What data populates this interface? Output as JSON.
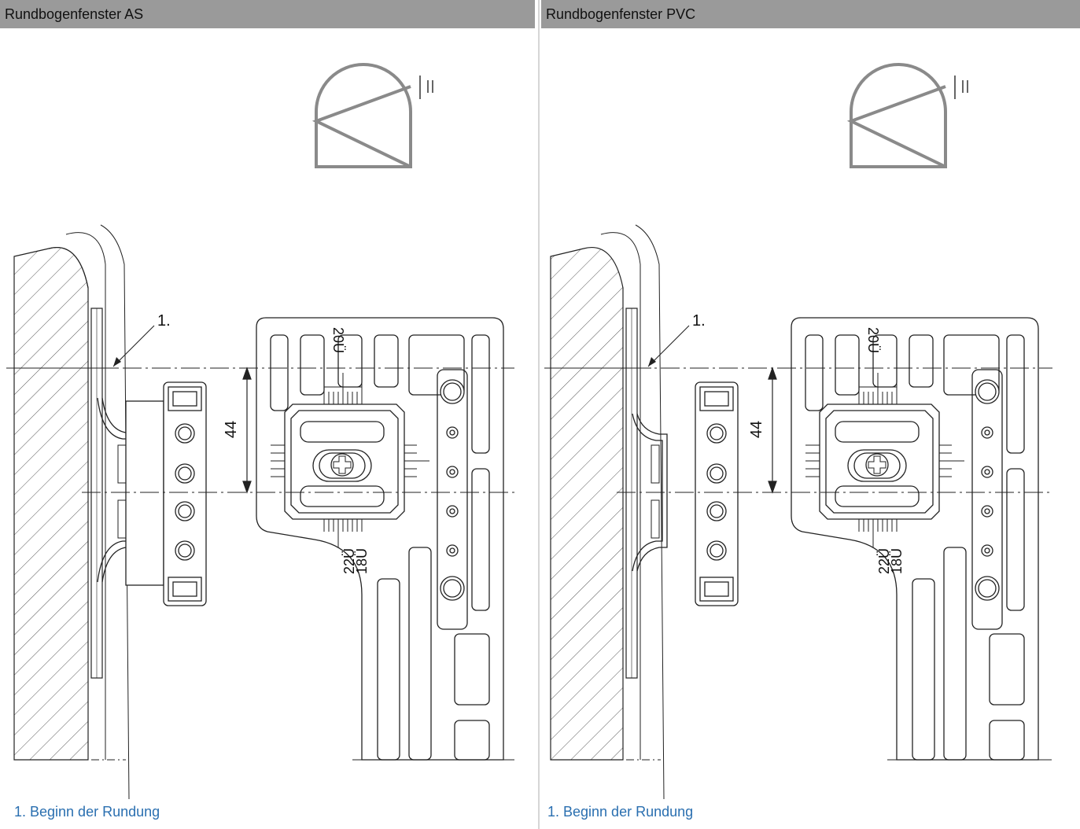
{
  "panels": [
    {
      "title": "Rundbogenfenster AS",
      "dimension": "44",
      "callout": "1.",
      "labels": {
        "top": "20Ü",
        "bottom1": "18Ü",
        "bottom2": "22Ü"
      },
      "caption": "1. Beginn der Rundung"
    },
    {
      "title": "Rundbogenfenster PVC",
      "dimension": "44",
      "callout": "1.",
      "labels": {
        "top": "20Ü",
        "bottom1": "18Ü",
        "bottom2": "22Ü"
      },
      "caption": "1. Beginn der Rundung"
    }
  ],
  "colors": {
    "header_bg": "#9a9a9a",
    "caption": "#2a6fb0",
    "sketch": "#8a8a8a"
  }
}
